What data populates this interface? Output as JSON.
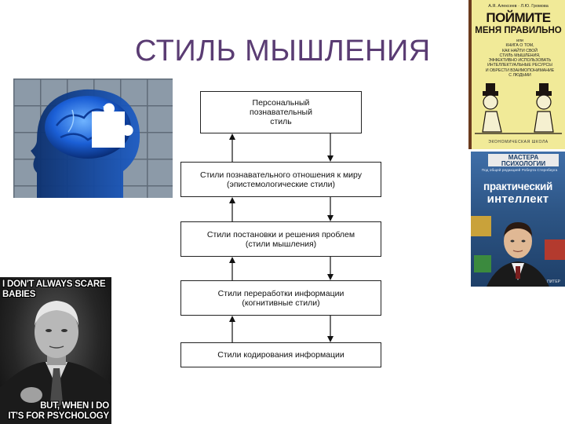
{
  "slide": {
    "title": "СТИЛЬ МЫШЛЕНИЯ"
  },
  "diagram": {
    "boxes": [
      {
        "lines": [
          "Персональный",
          "познавательный",
          "стиль"
        ]
      },
      {
        "lines": [
          "Стили познавательного отношения к миру",
          "(эпистемологические стили)"
        ]
      },
      {
        "lines": [
          "Стили постановки и решения проблем",
          "(стили мышления)"
        ]
      },
      {
        "lines": [
          "Стили переработки информации",
          "(когнитивные стили)"
        ]
      },
      {
        "lines": [
          "Стили кодирования информации"
        ]
      }
    ]
  },
  "meme": {
    "top_text": "I DON'T ALWAYS SCARE\nBABIES",
    "bottom_text": "BUT, WHEN I DO\nIT'S FOR PSYCHOLOGY"
  },
  "book_1": {
    "authors": "А.Я. Алексеев · Л.Ю. Громова",
    "title_line_1": "ПОЙМИТЕ",
    "title_line_2": "МЕНЯ ПРАВИЛЬНО",
    "subtitle": "или\nКНИГА О ТОМ,\nКАК НАЙТИ СВОЙ\nСТИЛЬ МЫШЛЕНИЯ,\nЭФФЕКТИВНО ИСПОЛЬЗОВАТЬ\nИНТЕЛЛЕКТУАЛЬНЫЕ РЕСУРСЫ\nИ ОБРЕСТИ ВЗАИМОПОНИМАНИЕ\nС ЛЮДЬМИ",
    "publisher": "ЭКОНОМИЧЕСКАЯ ШКОЛА",
    "background_color": "#f1ea98"
  },
  "book_2": {
    "series": "МАСТЕРА ПСИХОЛОГИИ",
    "editor_line": "Под общей редакцией Роберта Стернберга",
    "title_line_1": "практический",
    "title_line_2": "интеллект",
    "publisher": "ПИТЕР",
    "background_color": "#2d5585"
  },
  "colors": {
    "title": "#5a3c73"
  }
}
